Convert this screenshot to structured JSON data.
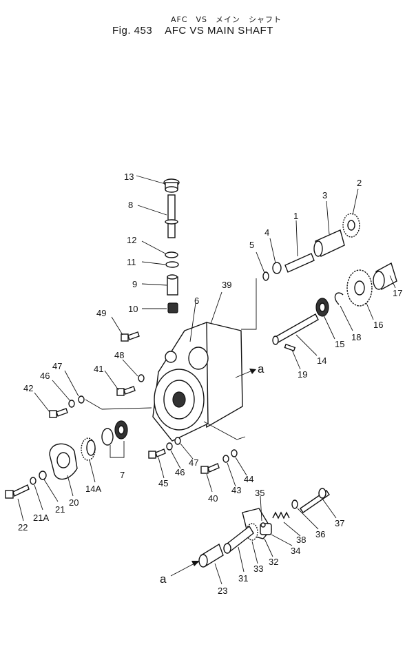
{
  "title": {
    "jp": "AFC　VS　メイン　シャフト",
    "fig": "Fig. 453",
    "name": "AFC VS MAIN SHAFT"
  },
  "arrow_label": "a",
  "callouts": [
    {
      "id": "13",
      "label": "13"
    },
    {
      "id": "8",
      "label": "8"
    },
    {
      "id": "12",
      "label": "12"
    },
    {
      "id": "11",
      "label": "11"
    },
    {
      "id": "9",
      "label": "9"
    },
    {
      "id": "10",
      "label": "10"
    },
    {
      "id": "49",
      "label": "49"
    },
    {
      "id": "6",
      "label": "6"
    },
    {
      "id": "39",
      "label": "39"
    },
    {
      "id": "5",
      "label": "5"
    },
    {
      "id": "4",
      "label": "4"
    },
    {
      "id": "1",
      "label": "1"
    },
    {
      "id": "3",
      "label": "3"
    },
    {
      "id": "2",
      "label": "2"
    },
    {
      "id": "17",
      "label": "17"
    },
    {
      "id": "16",
      "label": "16"
    },
    {
      "id": "18",
      "label": "18"
    },
    {
      "id": "15",
      "label": "15"
    },
    {
      "id": "14",
      "label": "14"
    },
    {
      "id": "19",
      "label": "19"
    },
    {
      "id": "48",
      "label": "48"
    },
    {
      "id": "41",
      "label": "41"
    },
    {
      "id": "47a",
      "label": "47"
    },
    {
      "id": "46a",
      "label": "46"
    },
    {
      "id": "42",
      "label": "42"
    },
    {
      "id": "7",
      "label": "7"
    },
    {
      "id": "14A",
      "label": "14A"
    },
    {
      "id": "20",
      "label": "20"
    },
    {
      "id": "21",
      "label": "21"
    },
    {
      "id": "21A",
      "label": "21A"
    },
    {
      "id": "22",
      "label": "22"
    },
    {
      "id": "45",
      "label": "45"
    },
    {
      "id": "46b",
      "label": "46"
    },
    {
      "id": "47b",
      "label": "47"
    },
    {
      "id": "40",
      "label": "40"
    },
    {
      "id": "43",
      "label": "43"
    },
    {
      "id": "44",
      "label": "44"
    },
    {
      "id": "35",
      "label": "35"
    },
    {
      "id": "37",
      "label": "37"
    },
    {
      "id": "36",
      "label": "36"
    },
    {
      "id": "38",
      "label": "38"
    },
    {
      "id": "34",
      "label": "34"
    },
    {
      "id": "32",
      "label": "32"
    },
    {
      "id": "33",
      "label": "33"
    },
    {
      "id": "31",
      "label": "31"
    },
    {
      "id": "23",
      "label": "23"
    }
  ]
}
